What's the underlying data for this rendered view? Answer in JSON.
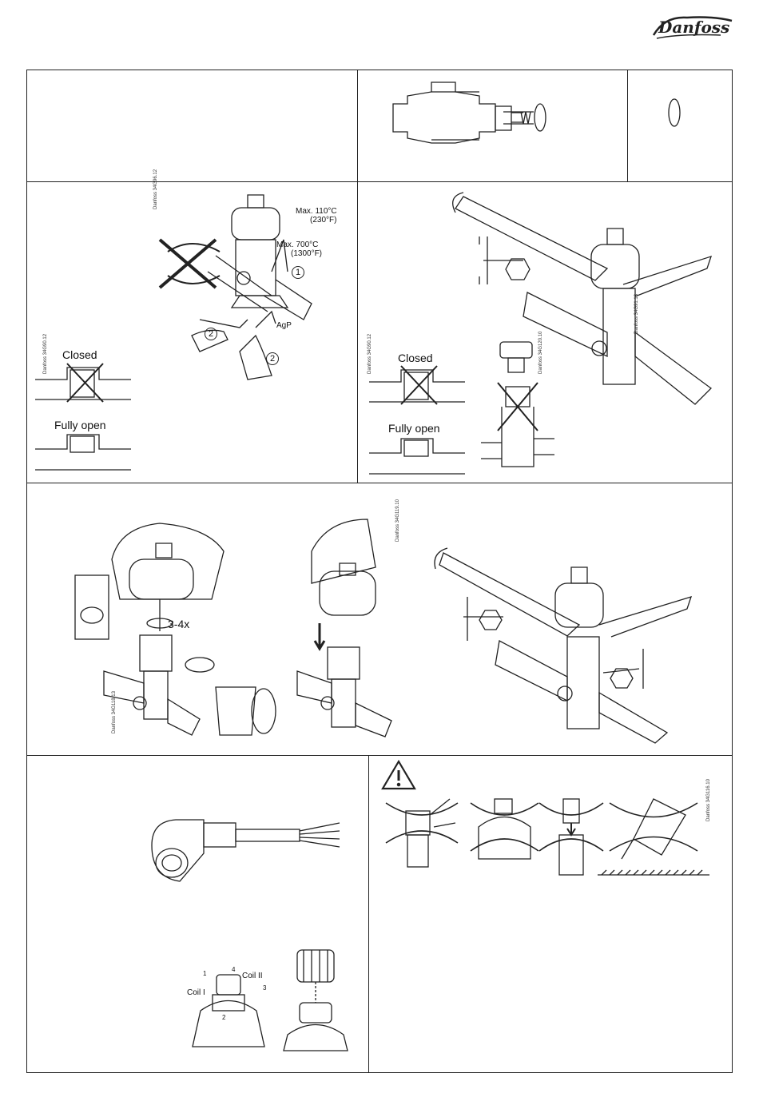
{
  "brand": {
    "name": "Danfoss"
  },
  "panel2": {
    "label_max110": "Max. 110°C",
    "label_230f": "(230°F)",
    "label_max700": "Max. 700°C",
    "label_1300f": "(1300°F)",
    "label_agp": "AgP",
    "marker_1": "1",
    "marker_2a": "2",
    "marker_2b": "2",
    "closed": "Closed",
    "fully_open": "Fully open",
    "code_a": "Danfoss 34G96.12",
    "code_b": "Danfoss 34G90.12"
  },
  "panel3": {
    "closed": "Closed",
    "fully_open": "Fully open",
    "code_a": "Danfoss 34G91.13",
    "code_b": "Danfoss 34G120.10",
    "code_c": "Danfoss 34G90.12"
  },
  "panel4": {
    "turns": "3-4x",
    "code_a": "Danfoss 34G119.10",
    "code_b": "Danfoss 34G118.13"
  },
  "panel5": {
    "coil1": "Coil I",
    "coil2": "Coil II",
    "pin1": "1",
    "pin2": "2",
    "pin3": "3",
    "pin4": "4"
  },
  "panel6": {
    "code": "Danfoss 34G116.10"
  }
}
